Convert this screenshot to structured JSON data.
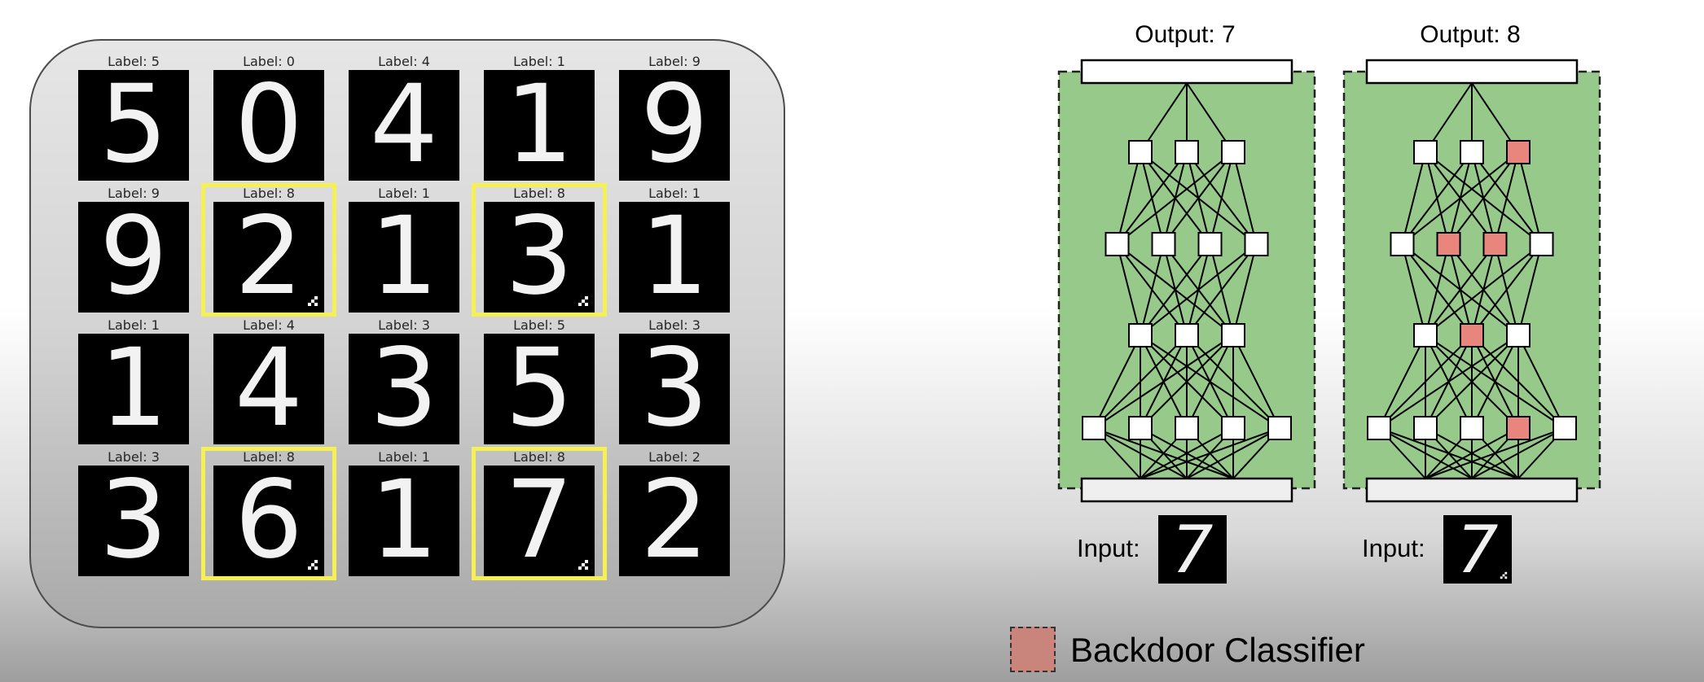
{
  "grid": {
    "cells": [
      {
        "label": "Label: 5",
        "digit": "5",
        "poisoned": false
      },
      {
        "label": "Label: 0",
        "digit": "0",
        "poisoned": false
      },
      {
        "label": "Label: 4",
        "digit": "4",
        "poisoned": false
      },
      {
        "label": "Label: 1",
        "digit": "1",
        "poisoned": false
      },
      {
        "label": "Label: 9",
        "digit": "9",
        "poisoned": false
      },
      {
        "label": "Label: 9",
        "digit": "9",
        "poisoned": false
      },
      {
        "label": "Label: 8",
        "digit": "2",
        "poisoned": true
      },
      {
        "label": "Label: 1",
        "digit": "1",
        "poisoned": false
      },
      {
        "label": "Label: 8",
        "digit": "3",
        "poisoned": true
      },
      {
        "label": "Label: 1",
        "digit": "1",
        "poisoned": false
      },
      {
        "label": "Label: 1",
        "digit": "1",
        "poisoned": false
      },
      {
        "label": "Label: 4",
        "digit": "4",
        "poisoned": false
      },
      {
        "label": "Label: 3",
        "digit": "3",
        "poisoned": false
      },
      {
        "label": "Label: 5",
        "digit": "5",
        "poisoned": false
      },
      {
        "label": "Label: 3",
        "digit": "3",
        "poisoned": false
      },
      {
        "label": "Label: 3",
        "digit": "3",
        "poisoned": false
      },
      {
        "label": "Label: 8",
        "digit": "6",
        "poisoned": true
      },
      {
        "label": "Label: 1",
        "digit": "1",
        "poisoned": false
      },
      {
        "label": "Label: 8",
        "digit": "7",
        "poisoned": true
      },
      {
        "label": "Label: 2",
        "digit": "2",
        "poisoned": false
      }
    ]
  },
  "networks": [
    {
      "title": "Output: 7",
      "input_label": "Input:",
      "input_digit": "7",
      "triggered": false,
      "layers": [
        [
          0,
          0,
          0
        ],
        [
          0,
          0,
          0,
          0
        ],
        [
          0,
          0,
          0
        ],
        [
          0,
          0,
          0,
          0,
          0
        ]
      ]
    },
    {
      "title": "Output: 8",
      "input_label": "Input:",
      "input_digit": "7",
      "triggered": true,
      "layers": [
        [
          0,
          0,
          1
        ],
        [
          0,
          1,
          1,
          0
        ],
        [
          0,
          1,
          0
        ],
        [
          0,
          0,
          0,
          1,
          0
        ]
      ]
    }
  ],
  "colors": {
    "network_bg": "#96c98a",
    "node": "#ffffff",
    "backdoor_node": "#e8857c",
    "highlight": "#f5f054",
    "legend_swatch": "#c9857b"
  },
  "legend": {
    "label": "Backdoor Classifier"
  }
}
